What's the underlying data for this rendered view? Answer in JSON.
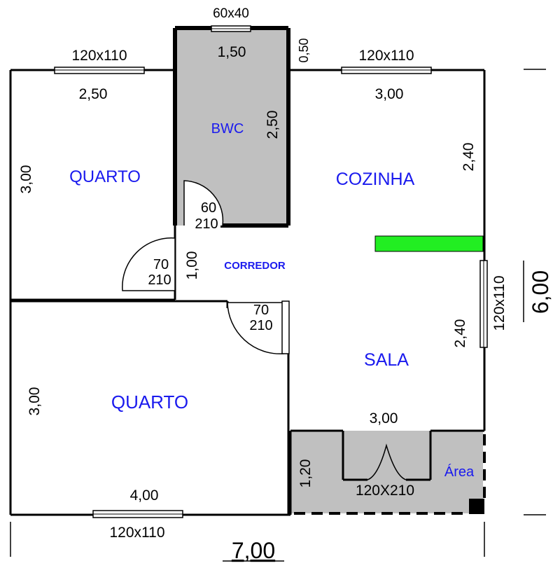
{
  "rooms": {
    "quarto_top": "QUARTO",
    "bwc": "BWC",
    "cozinha": "COZINHA",
    "corredor": "CORREDOR",
    "sala": "SALA",
    "quarto_bottom": "QUARTO",
    "area": "Área"
  },
  "windows": {
    "bwc": "60x40",
    "quarto_top": "120x110",
    "cozinha": "120x110",
    "sala": "120x110",
    "quarto_bottom": "120x110"
  },
  "doors": {
    "bwc_width": "60",
    "bwc_height": "210",
    "quarto_top_width": "70",
    "quarto_top_height": "210",
    "quarto_bottom_width": "70",
    "quarto_bottom_height": "210",
    "entrance": "120X210"
  },
  "dimensions": {
    "quarto_top_width": "2,50",
    "quarto_top_height": "3,00",
    "bwc_width": "1,50",
    "bwc_height": "2,50",
    "bwc_offset": "0,50",
    "cozinha_width": "3,00",
    "cozinha_height": "2,40",
    "corredor_width": "1,00",
    "sala_height": "2,40",
    "sala_width": "3,00",
    "quarto_bottom_height": "3,00",
    "quarto_bottom_width": "4,00",
    "area_depth": "1,20",
    "total_width": "7,00",
    "total_depth": "6,00"
  },
  "colors": {
    "room_text": "#1a1aee",
    "wet_area_fill": "#c0c0c0",
    "highlight_bar": "#22ee22",
    "walls": "#000000"
  }
}
